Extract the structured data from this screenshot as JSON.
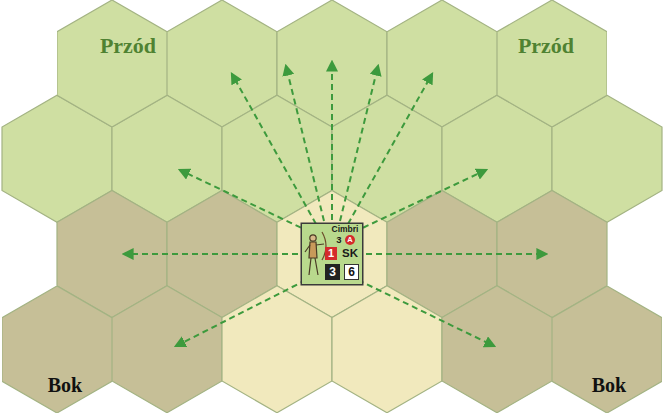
{
  "diagram": {
    "nodes": [
      {
        "text": [
          "Przód"
        ]
      },
      {
        "text": [
          "Przód"
        ]
      },
      {
        "text": [
          "Cimbri",
          "3",
          "A",
          "1",
          "SK",
          "3",
          "6"
        ]
      },
      {
        "text": [
          "Bok"
        ]
      },
      {
        "text": [
          "Bok"
        ]
      }
    ]
  }
}
